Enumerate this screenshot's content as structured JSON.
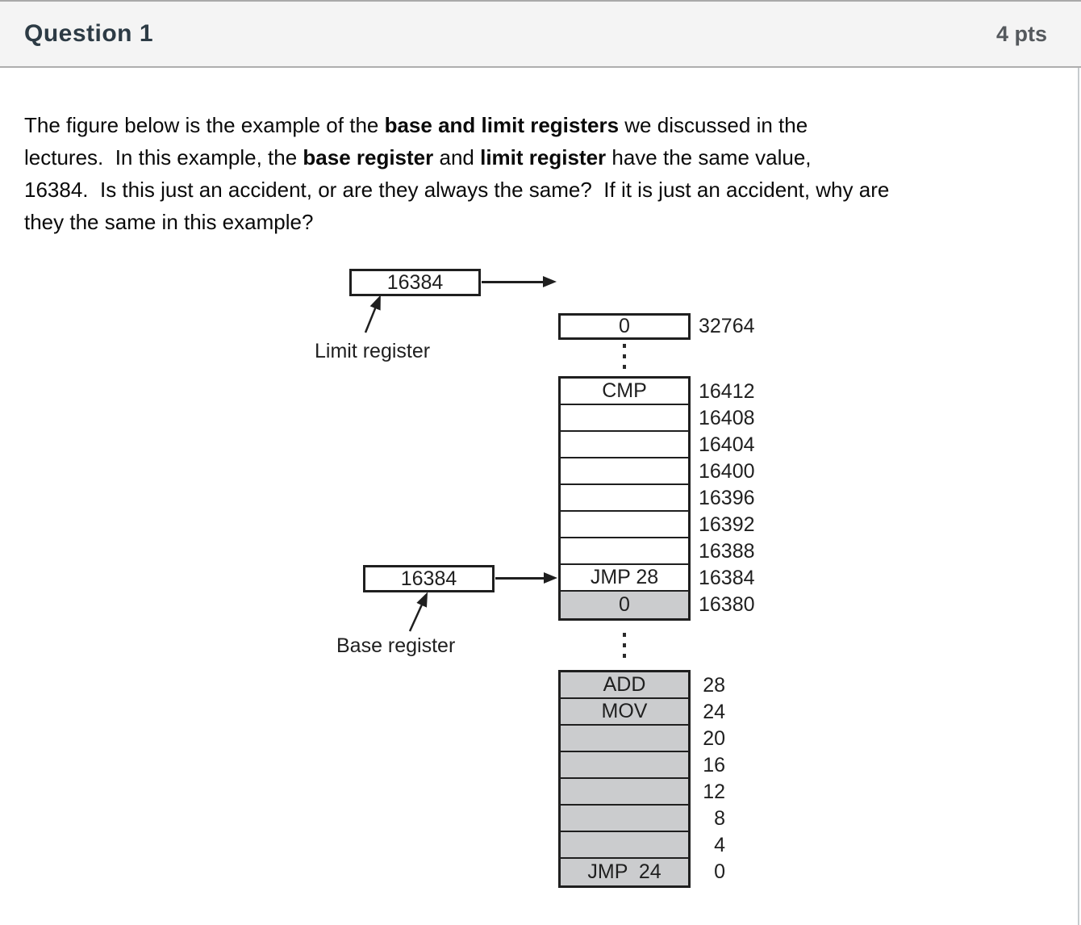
{
  "header": {
    "title": "Question 1",
    "points": "4 pts"
  },
  "question": {
    "lines": [
      {
        "segments": [
          {
            "text": "The figure below is the example of the ",
            "bold": false
          },
          {
            "text": "base and limit registers",
            "bold": true
          },
          {
            "text": " we discussed in the",
            "bold": false
          }
        ]
      },
      {
        "segments": [
          {
            "text": "lectures.  In this example, the ",
            "bold": false
          },
          {
            "text": "base register",
            "bold": true
          },
          {
            "text": " and ",
            "bold": false
          },
          {
            "text": "limit register",
            "bold": true
          },
          {
            "text": " have the same value,",
            "bold": false
          }
        ]
      },
      {
        "segments": [
          {
            "text": "16384.  Is this just an accident, or are they always the same?  If it is just an accident, why are",
            "bold": false
          }
        ]
      },
      {
        "segments": [
          {
            "text": "they the same in this example?",
            "bold": false
          }
        ]
      }
    ]
  },
  "figure": {
    "limit_register": {
      "value": "16384",
      "label": "Limit register"
    },
    "base_register": {
      "value": "16384",
      "label": "Base register"
    },
    "top_cell": {
      "label": "0",
      "address": "32764"
    },
    "upper_block": {
      "rows": [
        {
          "label": "CMP",
          "address": "16412",
          "cls": ""
        },
        {
          "label": "",
          "address": "16408",
          "cls": ""
        },
        {
          "label": "",
          "address": "16404",
          "cls": ""
        },
        {
          "label": "",
          "address": "16400",
          "cls": ""
        },
        {
          "label": "",
          "address": "16396",
          "cls": ""
        },
        {
          "label": "",
          "address": "16392",
          "cls": ""
        },
        {
          "label": "",
          "address": "16388",
          "cls": ""
        },
        {
          "label": "JMP 28",
          "address": "16384",
          "cls": ""
        },
        {
          "label": "0",
          "address": "16380",
          "cls": "shaded"
        }
      ]
    },
    "lower_block": {
      "rows": [
        {
          "label": "ADD",
          "address": "28",
          "cls": "shaded"
        },
        {
          "label": "MOV",
          "address": "24",
          "cls": "shaded"
        },
        {
          "label": "",
          "address": "20",
          "cls": "shaded"
        },
        {
          "label": "",
          "address": "16",
          "cls": "shaded"
        },
        {
          "label": "",
          "address": "12",
          "cls": "shaded"
        },
        {
          "label": "",
          "address": "8",
          "cls": "shaded"
        },
        {
          "label": "",
          "address": "4",
          "cls": "shaded"
        },
        {
          "label": "JMP  24",
          "address": "0",
          "cls": "shaded"
        }
      ]
    }
  },
  "colors": {
    "header_bg": "#f4f4f4",
    "header_text": "#2d3b45",
    "points_text": "#55595d",
    "shaded_cell": "#cbccce",
    "figure_line": "#1f1f1f"
  }
}
